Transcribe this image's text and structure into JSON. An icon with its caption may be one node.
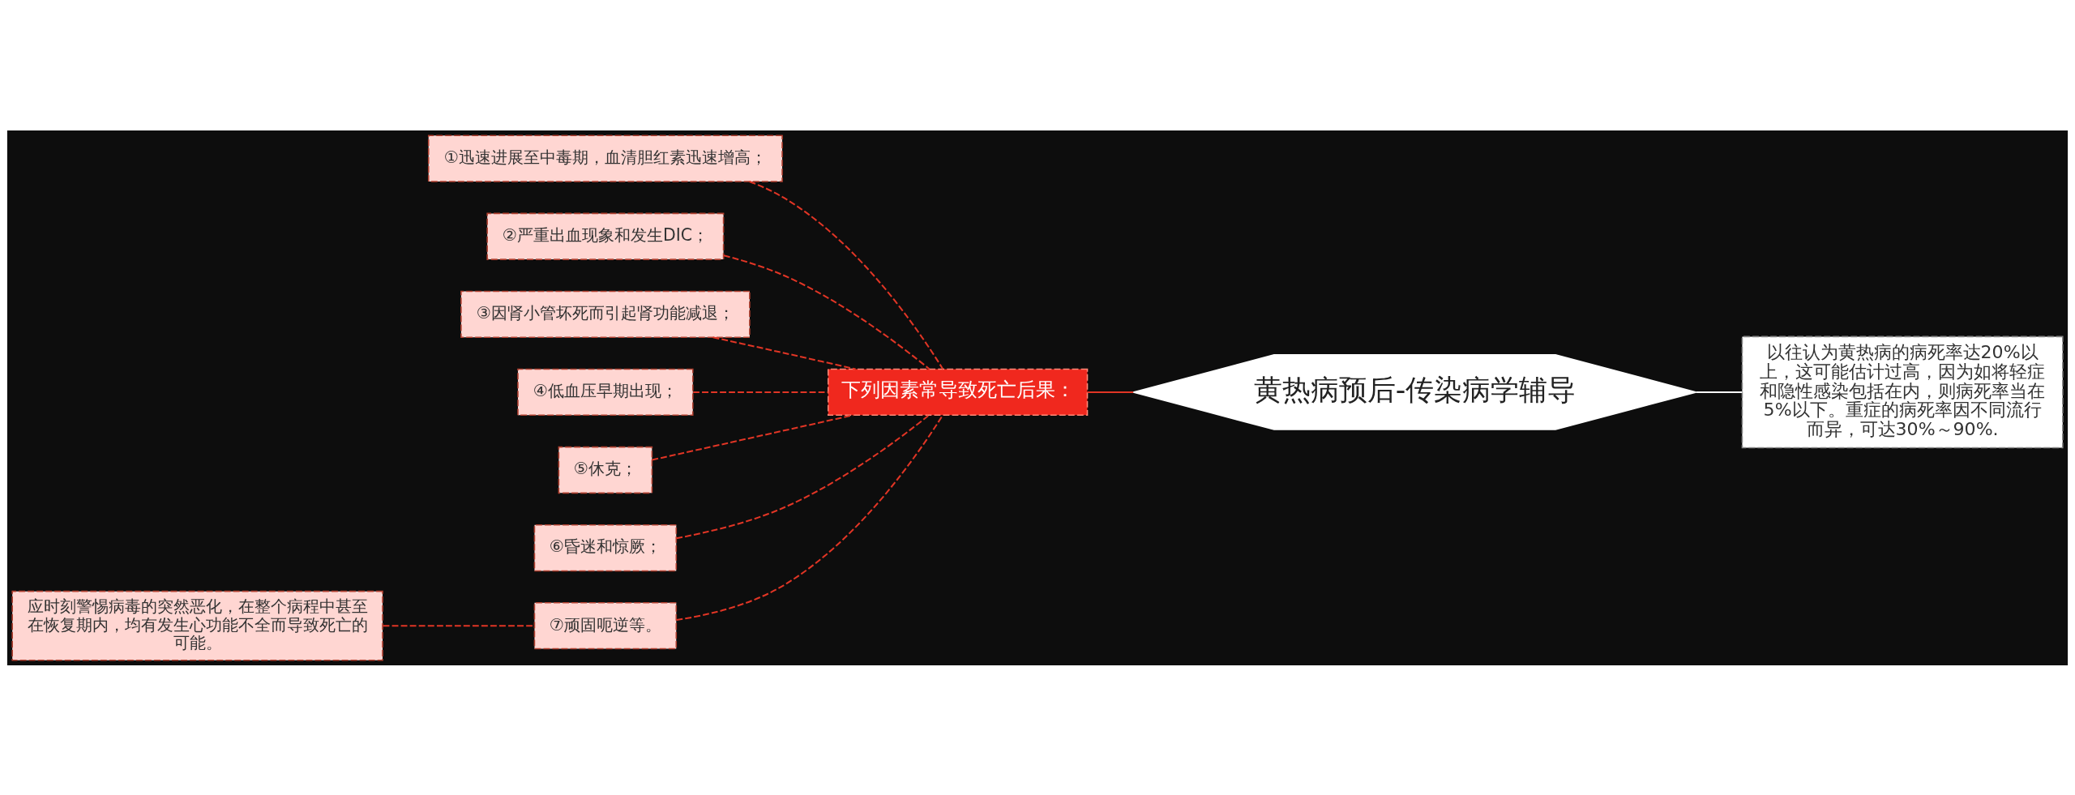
{
  "diagram": {
    "nodes": [
      {
        "text": [
          "黄热病预后-传染病学辅导"
        ]
      },
      {
        "text": [
          "以往认为黄热病的病死率达20%以上，这可能估计过高，因为如将轻症和隐性感染包括在内，则病死率当在5%以下。重症的病死率因不同流行而异，可达30%～90%."
        ]
      },
      {
        "text": [
          "下列因素常导致死亡后果："
        ]
      },
      {
        "text": [
          "①迅速进展至中毒期，血清胆红素迅速增高；"
        ]
      },
      {
        "text": [
          "②严重出血现象和发生DIC；"
        ]
      },
      {
        "text": [
          "③因肾小管坏死而引起肾功能减退；"
        ]
      },
      {
        "text": [
          "④低血压早期出现；"
        ]
      },
      {
        "text": [
          "⑤休克；"
        ]
      },
      {
        "text": [
          "⑥昏迷和惊厥；"
        ]
      },
      {
        "text": [
          "⑦顽固呃逆等。"
        ]
      },
      {
        "text": [
          "应时刻警惕病毒的突然恶化，在整个病程中甚至在恢复期内，均有发生心功能不全而导致死亡的可能。"
        ]
      }
    ],
    "edges": [
      {
        "from": 0,
        "to": 1,
        "arrow": "none",
        "color": "#ffffff"
      },
      {
        "from": 0,
        "to": 2,
        "arrow": "none"
      },
      {
        "from": 2,
        "to": 3,
        "arrow": "none",
        "style": "dashed"
      },
      {
        "from": 2,
        "to": 4,
        "arrow": "none",
        "style": "dashed"
      },
      {
        "from": 2,
        "to": 5,
        "arrow": "none",
        "style": "dashed"
      },
      {
        "from": 2,
        "to": 6,
        "arrow": "none",
        "style": "dashed"
      },
      {
        "from": 2,
        "to": 7,
        "arrow": "none",
        "style": "dashed"
      },
      {
        "from": 2,
        "to": 8,
        "arrow": "none",
        "style": "dashed"
      },
      {
        "from": 2,
        "to": 9,
        "arrow": "none",
        "style": "dashed"
      },
      {
        "from": 9,
        "to": 10,
        "arrow": "none",
        "style": "dashed"
      }
    ]
  }
}
